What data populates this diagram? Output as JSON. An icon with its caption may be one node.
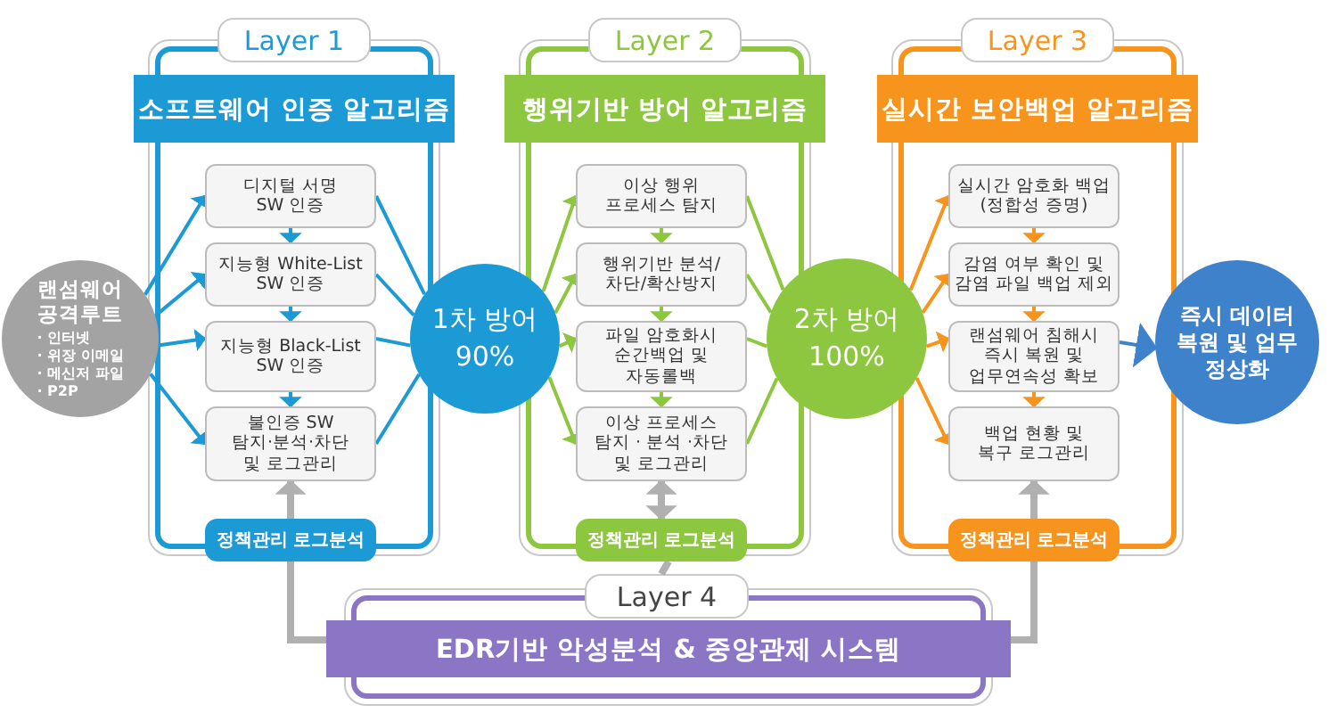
{
  "diagram": {
    "nodes": [
      {
        "text": [
          "Layer 1",
          "소프트웨어 인증 알고리즘"
        ]
      },
      {
        "text": [
          "디지털 서명 SW 인증"
        ],
        "in": 0
      },
      {
        "text": [
          "지능형 White-List SW 인증"
        ],
        "in": 0
      },
      {
        "text": [
          "지능형 Black-List SW 인증"
        ],
        "in": 0
      },
      {
        "text": [
          "불인증 SW 탐지·분석·차단 및 로그관리"
        ],
        "in": 0
      },
      {
        "text": [
          "정책관리 로그분석"
        ],
        "in": 0
      },
      {
        "text": [
          "Layer 2",
          "행위기반 방어 알고리즘"
        ]
      },
      {
        "text": [
          "이상 행위 프로세스 탐지"
        ],
        "in": 6
      },
      {
        "text": [
          "행위기반 분석/차단/확산방지"
        ],
        "in": 6
      },
      {
        "text": [
          "파일 암호화시 순간백업 및 자동롤백"
        ],
        "in": 6
      },
      {
        "text": [
          "이상 프로세스 탐지 · 분석 ·차단 및 로그관리"
        ],
        "in": 6
      },
      {
        "text": [
          "정책관리 로그분석"
        ],
        "in": 6
      },
      {
        "text": [
          "Layer 3",
          "실시간 보안백업 알고리즘"
        ]
      },
      {
        "text": [
          "실시간 암호화 백업 (정합성 증명)"
        ],
        "in": 12
      },
      {
        "text": [
          "감염 여부 확인 및 감염 파일 백업 제외"
        ],
        "in": 12
      },
      {
        "text": [
          "랜섬웨어 침해시 즉시 복원 및 업무연속성 확보"
        ],
        "in": 12
      },
      {
        "text": [
          "백업 현황 및 복구 로그관리"
        ],
        "in": 12
      },
      {
        "text": [
          "정책관리 로그분석"
        ],
        "in": 12
      },
      {
        "text": [
          "Layer 4",
          "EDR기반 악성분석 & 중앙관제 시스템"
        ]
      },
      {
        "text": [
          "랜섬웨어 공격루트",
          "· 인터넷",
          "· 위장 이메일",
          "· 메신저 파일",
          "· P2P"
        ]
      },
      {
        "text": [
          "1차 방어",
          "90%"
        ]
      },
      {
        "text": [
          "2차 방어",
          "100%"
        ]
      },
      {
        "text": [
          "즉시 데이터 복원 및 업무 정상화"
        ]
      }
    ],
    "edges": [
      {
        "from": 19,
        "to": 1,
        "arrow": "to",
        "color": "#1b9ad6"
      },
      {
        "from": 19,
        "to": 2,
        "arrow": "to",
        "color": "#1b9ad6"
      },
      {
        "from": 19,
        "to": 3,
        "arrow": "to",
        "color": "#1b9ad6"
      },
      {
        "from": 19,
        "to": 4,
        "arrow": "to",
        "color": "#1b9ad6"
      },
      {
        "from": 1,
        "to": 2,
        "arrow": "to",
        "color": "#1b9ad6"
      },
      {
        "from": 2,
        "to": 3,
        "arrow": "to",
        "color": "#1b9ad6"
      },
      {
        "from": 3,
        "to": 4,
        "arrow": "to",
        "color": "#1b9ad6"
      },
      {
        "from": 1,
        "to": 20,
        "arrow": "none",
        "color": "#1b9ad6"
      },
      {
        "from": 2,
        "to": 20,
        "arrow": "none",
        "color": "#1b9ad6"
      },
      {
        "from": 3,
        "to": 20,
        "arrow": "none",
        "color": "#1b9ad6"
      },
      {
        "from": 4,
        "to": 20,
        "arrow": "none",
        "color": "#1b9ad6"
      },
      {
        "from": 20,
        "to": 7,
        "arrow": "to",
        "color": "#8dc63f"
      },
      {
        "from": 20,
        "to": 8,
        "arrow": "to",
        "color": "#8dc63f"
      },
      {
        "from": 20,
        "to": 9,
        "arrow": "to",
        "color": "#8dc63f"
      },
      {
        "from": 20,
        "to": 10,
        "arrow": "to",
        "color": "#8dc63f"
      },
      {
        "from": 7,
        "to": 8,
        "arrow": "to",
        "color": "#8dc63f"
      },
      {
        "from": 8,
        "to": 9,
        "arrow": "to",
        "color": "#8dc63f"
      },
      {
        "from": 9,
        "to": 10,
        "arrow": "to",
        "color": "#8dc63f"
      },
      {
        "from": 7,
        "to": 21,
        "arrow": "none",
        "color": "#8dc63f"
      },
      {
        "from": 8,
        "to": 21,
        "arrow": "none",
        "color": "#8dc63f"
      },
      {
        "from": 9,
        "to": 21,
        "arrow": "none",
        "color": "#8dc63f"
      },
      {
        "from": 10,
        "to": 21,
        "arrow": "none",
        "color": "#8dc63f"
      },
      {
        "from": 21,
        "to": 13,
        "arrow": "to",
        "color": "#f7941d"
      },
      {
        "from": 21,
        "to": 14,
        "arrow": "to",
        "color": "#f7941d"
      },
      {
        "from": 21,
        "to": 15,
        "arrow": "to",
        "color": "#f7941d"
      },
      {
        "from": 21,
        "to": 16,
        "arrow": "to",
        "color": "#f7941d"
      },
      {
        "from": 13,
        "to": 14,
        "arrow": "to",
        "color": "#f7941d"
      },
      {
        "from": 14,
        "to": 15,
        "arrow": "to",
        "color": "#f7941d"
      },
      {
        "from": 15,
        "to": 16,
        "arrow": "to",
        "color": "#f7941d"
      },
      {
        "from": 15,
        "to": 22,
        "arrow": "to",
        "color": "#3e82cc"
      },
      {
        "from": 18,
        "to": 5,
        "arrow": "none",
        "style": "thick",
        "color": "#b0b0b0"
      },
      {
        "from": 5,
        "to": 4,
        "arrow": "to",
        "style": "thick",
        "color": "#b0b0b0"
      },
      {
        "from": 18,
        "to": 11,
        "arrow": "none",
        "style": "thick",
        "color": "#b0b0b0"
      },
      {
        "from": 11,
        "to": 10,
        "arrow": "both",
        "style": "thick",
        "color": "#b0b0b0"
      },
      {
        "from": 18,
        "to": 17,
        "arrow": "none",
        "style": "thick",
        "color": "#b0b0b0"
      },
      {
        "from": 17,
        "to": 16,
        "arrow": "to",
        "style": "thick",
        "color": "#b0b0b0"
      }
    ]
  }
}
